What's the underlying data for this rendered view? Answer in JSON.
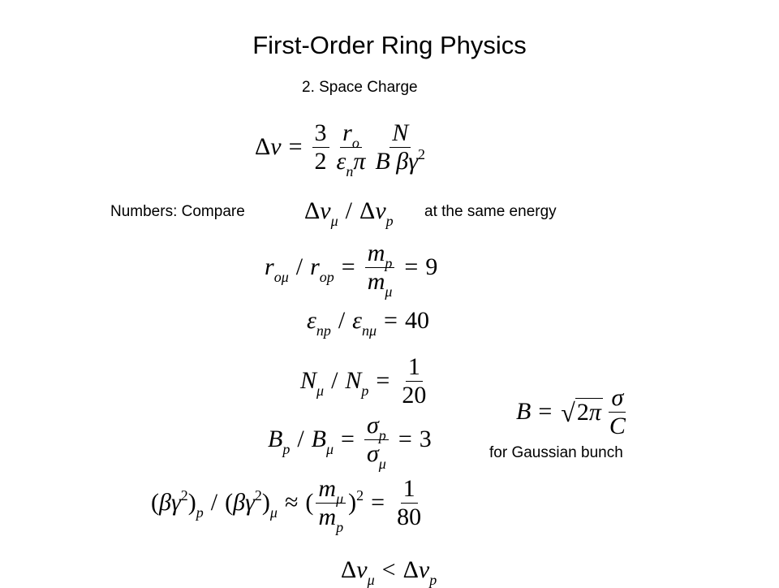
{
  "slide": {
    "title": "First-Order Ring Physics",
    "subtitle": "2. Space Charge",
    "compare_prefix": "Numbers: Compare",
    "compare_suffix": "at the same energy",
    "gaussian_note": "for Gaussian bunch"
  },
  "equations": {
    "tune_shift": "Δν = (3/2) (r_o / (ε_n π)) (N / (B β γ^2))",
    "compare_ratio": "Δν_μ / Δν_p",
    "radius_ratio": "r_oμ / r_op = m_p / m_μ = 9",
    "emittance_ratio": "ε_np / ε_nμ = 40",
    "number_ratio": "N_μ / N_p = 1/20",
    "bunching_ratio": "B_p / B_μ = σ_p / σ_μ = 3",
    "bunching_factor": "B = √(2π) σ / C",
    "energy_ratio": "(βγ^2)_p / (βγ^2)_μ ≈ (m_μ / m_p)^2 = 1/80",
    "conclusion": "Δν_μ < Δν_p"
  }
}
